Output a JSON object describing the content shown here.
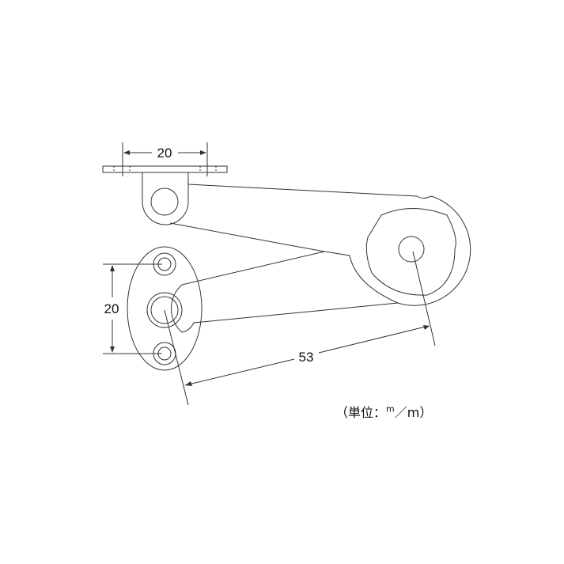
{
  "dimensions": {
    "bracket_width": "20",
    "mount_hole_pitch": "20",
    "arm_length": "53"
  },
  "unit_label": {
    "open": "（単位：",
    "numerator": "m",
    "slash": "／",
    "denominator": "m",
    "close": "）"
  },
  "line_color": "#333333"
}
